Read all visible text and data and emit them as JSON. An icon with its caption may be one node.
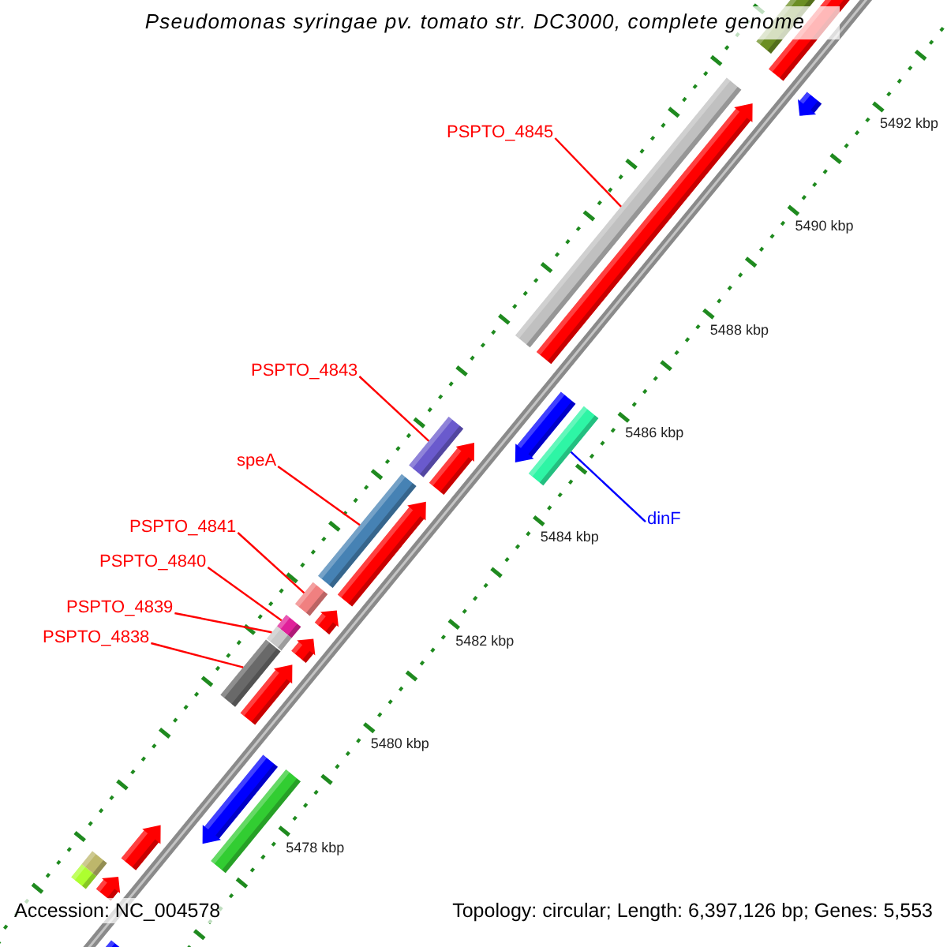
{
  "diagram": {
    "title": "Pseudomonas syringae pv. tomato str. DC3000, complete genome",
    "nodes": [
      {
        "text": [
          "PSPTO_4845"
        ]
      },
      {
        "text": [
          "PSPTO_4843"
        ]
      },
      {
        "text": [
          "speA"
        ]
      },
      {
        "text": [
          "PSPTO_4841"
        ]
      },
      {
        "text": [
          "PSPTO_4840"
        ]
      },
      {
        "text": [
          "PSPTO_4839"
        ]
      },
      {
        "text": [
          "PSPTO_4838"
        ]
      },
      {
        "text": [
          "dinF"
        ]
      },
      {
        "text": [],
        "shape": "bar"
      },
      {
        "text": [],
        "shape": "bar"
      },
      {
        "text": [],
        "shape": "bar"
      },
      {
        "text": [],
        "shape": "bar"
      },
      {
        "text": [],
        "shape": "bar"
      },
      {
        "text": [],
        "shape": "bar"
      },
      {
        "text": [],
        "shape": "bar"
      },
      {
        "text": [],
        "shape": "bar"
      }
    ],
    "edges": [
      {
        "from": 0,
        "to": 8,
        "arrow": "none"
      },
      {
        "from": 1,
        "to": 9,
        "arrow": "none"
      },
      {
        "from": 2,
        "to": 11,
        "arrow": "none"
      },
      {
        "from": 3,
        "to": 12,
        "arrow": "none"
      },
      {
        "from": 4,
        "to": 13,
        "arrow": "none"
      },
      {
        "from": 5,
        "to": 14,
        "arrow": "none"
      },
      {
        "from": 6,
        "to": 15,
        "arrow": "none"
      },
      {
        "from": 7,
        "to": 10,
        "arrow": "none",
        "color": "#0000ff"
      }
    ],
    "labels": [
      "5492 kbp",
      "5490 kbp",
      "5488 kbp",
      "5486 kbp",
      "5484 kbp",
      "5482 kbp",
      "5480 kbp",
      "5478 kbp",
      "Accession: NC_004578",
      "Topology: circular; Length: 6,397,126 bp; Genes: 5,553"
    ]
  }
}
